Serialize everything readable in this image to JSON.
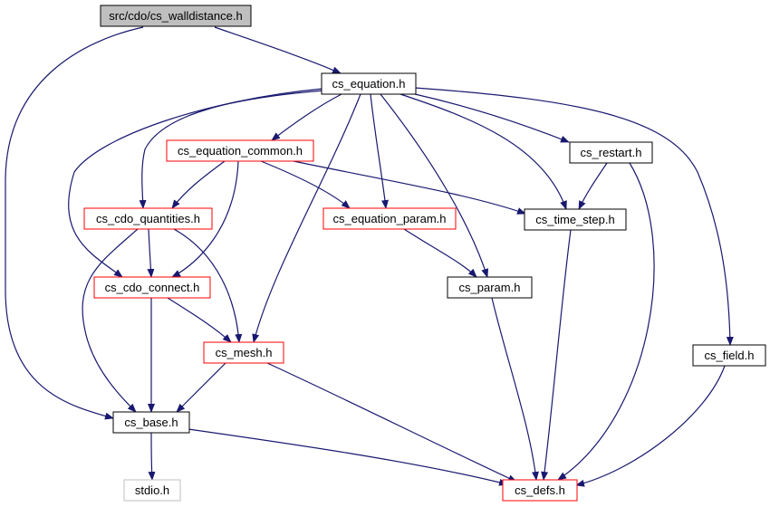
{
  "diagram": {
    "colors": {
      "edge": "#191970",
      "box_default": "#000000",
      "box_red": "#ff0000",
      "box_gray": "#bfbfbf",
      "root_fill": "#bfbfbf"
    },
    "nodes": [
      {
        "id": "root",
        "label": "src/cdo/cs_walldistance.h",
        "style": "root"
      },
      {
        "id": "equation",
        "label": "cs_equation.h",
        "style": "default"
      },
      {
        "id": "eq_common",
        "label": "cs_equation_common.h",
        "style": "red"
      },
      {
        "id": "restart",
        "label": "cs_restart.h",
        "style": "default"
      },
      {
        "id": "cdo_quant",
        "label": "cs_cdo_quantities.h",
        "style": "red"
      },
      {
        "id": "eq_param",
        "label": "cs_equation_param.h",
        "style": "red"
      },
      {
        "id": "time_step",
        "label": "cs_time_step.h",
        "style": "default"
      },
      {
        "id": "cdo_connect",
        "label": "cs_cdo_connect.h",
        "style": "red"
      },
      {
        "id": "param",
        "label": "cs_param.h",
        "style": "default"
      },
      {
        "id": "mesh",
        "label": "cs_mesh.h",
        "style": "red"
      },
      {
        "id": "field",
        "label": "cs_field.h",
        "style": "default"
      },
      {
        "id": "base",
        "label": "cs_base.h",
        "style": "default"
      },
      {
        "id": "stdio",
        "label": "stdio.h",
        "style": "gray"
      },
      {
        "id": "defs",
        "label": "cs_defs.h",
        "style": "red"
      }
    ]
  }
}
